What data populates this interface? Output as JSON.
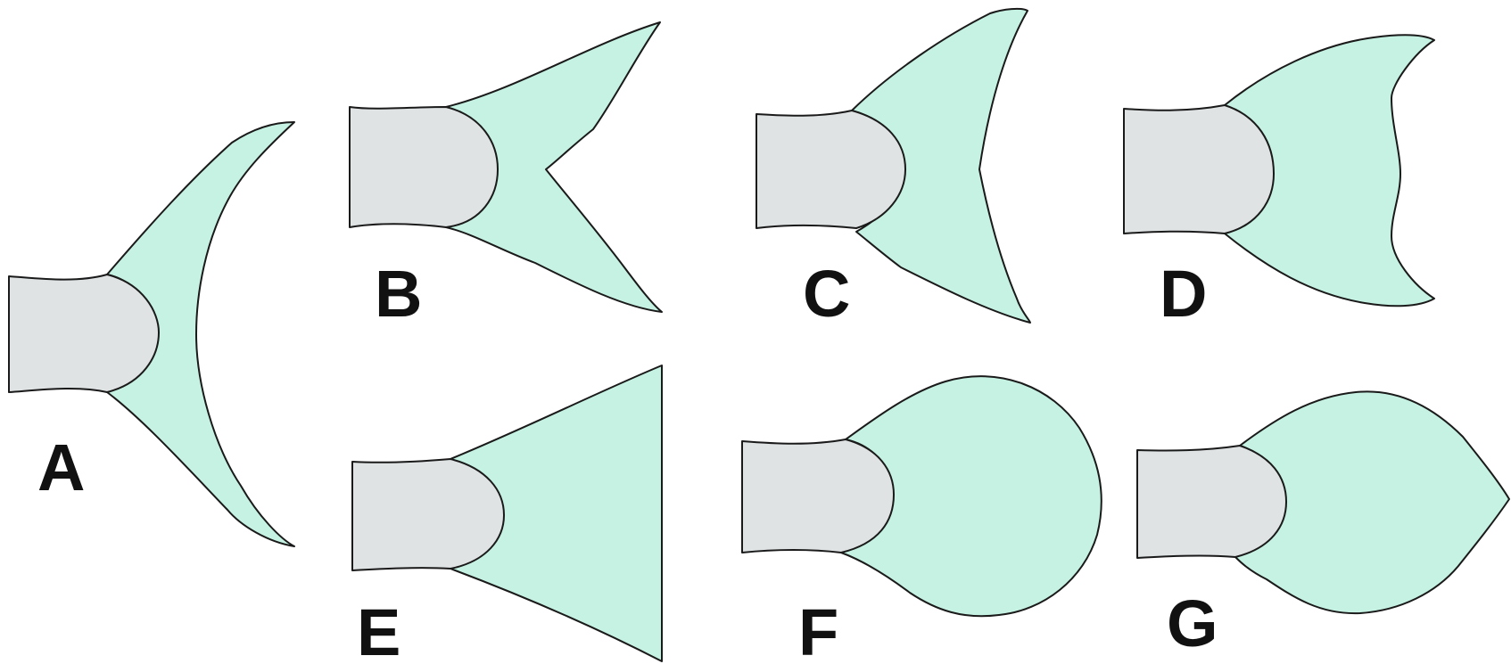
{
  "figure": {
    "fin_color": "#c5f2e3",
    "peduncle_color": "#dfe3e4",
    "outline_color": "#1a1a1a",
    "labels": {
      "a": "A",
      "b": "B",
      "c": "C",
      "d": "D",
      "e": "E",
      "f": "F",
      "g": "G"
    }
  }
}
